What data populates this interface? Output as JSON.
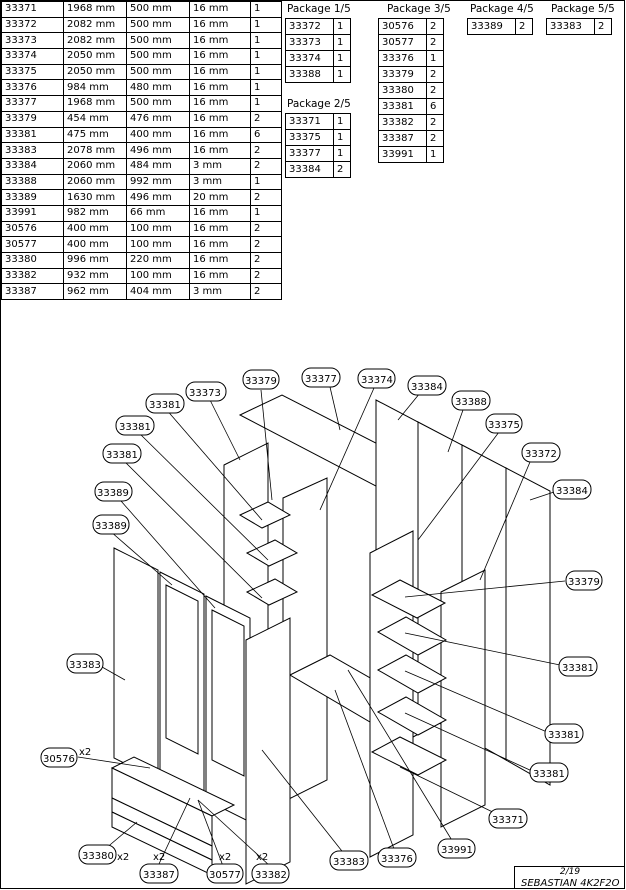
{
  "parts_table": [
    [
      "33371",
      "1968 mm",
      "500 mm",
      "16 mm",
      "1"
    ],
    [
      "33372",
      "2082 mm",
      "500 mm",
      "16 mm",
      "1"
    ],
    [
      "33373",
      "2082 mm",
      "500 mm",
      "16 mm",
      "1"
    ],
    [
      "33374",
      "2050 mm",
      "500 mm",
      "16 mm",
      "1"
    ],
    [
      "33375",
      "2050 mm",
      "500 mm",
      "16 mm",
      "1"
    ],
    [
      "33376",
      "984 mm",
      "480 mm",
      "16 mm",
      "1"
    ],
    [
      "33377",
      "1968 mm",
      "500 mm",
      "16 mm",
      "1"
    ],
    [
      "33379",
      "454 mm",
      "476 mm",
      "16 mm",
      "2"
    ],
    [
      "33381",
      "475 mm",
      "400 mm",
      "16 mm",
      "6"
    ],
    [
      "33383",
      "2078 mm",
      "496 mm",
      "16 mm",
      "2"
    ],
    [
      "33384",
      "2060 mm",
      "484 mm",
      "3 mm",
      "2"
    ],
    [
      "33388",
      "2060 mm",
      "992 mm",
      "3 mm",
      "1"
    ],
    [
      "33389",
      "1630 mm",
      "496 mm",
      "20 mm",
      "2"
    ],
    [
      "33991",
      "982 mm",
      "66 mm",
      "16 mm",
      "1"
    ],
    [
      "30576",
      "400 mm",
      "100 mm",
      "16 mm",
      "2"
    ],
    [
      "30577",
      "400 mm",
      "100 mm",
      "16 mm",
      "2"
    ],
    [
      "33380",
      "996 mm",
      "220 mm",
      "16 mm",
      "2"
    ],
    [
      "33382",
      "932 mm",
      "100 mm",
      "16 mm",
      "2"
    ],
    [
      "33387",
      "962 mm",
      "404 mm",
      "3 mm",
      "2"
    ]
  ],
  "packages": [
    {
      "title": "Package 1/5",
      "rows": [
        [
          "33372",
          "1"
        ],
        [
          "33373",
          "1"
        ],
        [
          "33374",
          "1"
        ],
        [
          "33388",
          "1"
        ]
      ]
    },
    {
      "title": "Package 2/5",
      "rows": [
        [
          "33371",
          "1"
        ],
        [
          "33375",
          "1"
        ],
        [
          "33377",
          "1"
        ],
        [
          "33384",
          "2"
        ]
      ]
    },
    {
      "title": "Package 3/5",
      "rows": [
        [
          "30576",
          "2"
        ],
        [
          "30577",
          "2"
        ],
        [
          "33376",
          "1"
        ],
        [
          "33379",
          "2"
        ],
        [
          "33380",
          "2"
        ],
        [
          "33381",
          "6"
        ],
        [
          "33382",
          "2"
        ],
        [
          "33387",
          "2"
        ],
        [
          "33991",
          "1"
        ]
      ]
    },
    {
      "title": "Package 4/5",
      "rows": [
        [
          "33389",
          "2"
        ]
      ]
    },
    {
      "title": "Package 5/5",
      "rows": [
        [
          "33383",
          "2"
        ]
      ]
    }
  ],
  "callouts": {
    "c33373": "33373",
    "c33379": "33379",
    "c33377": "33377",
    "c33374": "33374",
    "c33384a": "33384",
    "c33388": "33388",
    "c33375": "33375",
    "c33372": "33372",
    "c33384b": "33384",
    "c33381a": "33381",
    "c33381b": "33381",
    "c33381c": "33381",
    "c33389a": "33389",
    "c33389b": "33389",
    "c33379b": "33379",
    "c33383a": "33383",
    "c33381d": "33381",
    "c30576": "30576",
    "c33381e": "33381",
    "c33381f": "33381",
    "c33371": "33371",
    "c33380": "33380",
    "c33387": "33387",
    "c30577": "30577",
    "c33382": "33382",
    "c33383b": "33383",
    "c33376": "33376",
    "c33991": "33991"
  },
  "qty_marks": {
    "q30576": "x2",
    "q33380": "x2",
    "q33387": "x2",
    "q30577": "x2",
    "q33382": "x2"
  },
  "title_block": {
    "page": "2/19",
    "name": "SEBASTIAN 4K2F2O"
  }
}
